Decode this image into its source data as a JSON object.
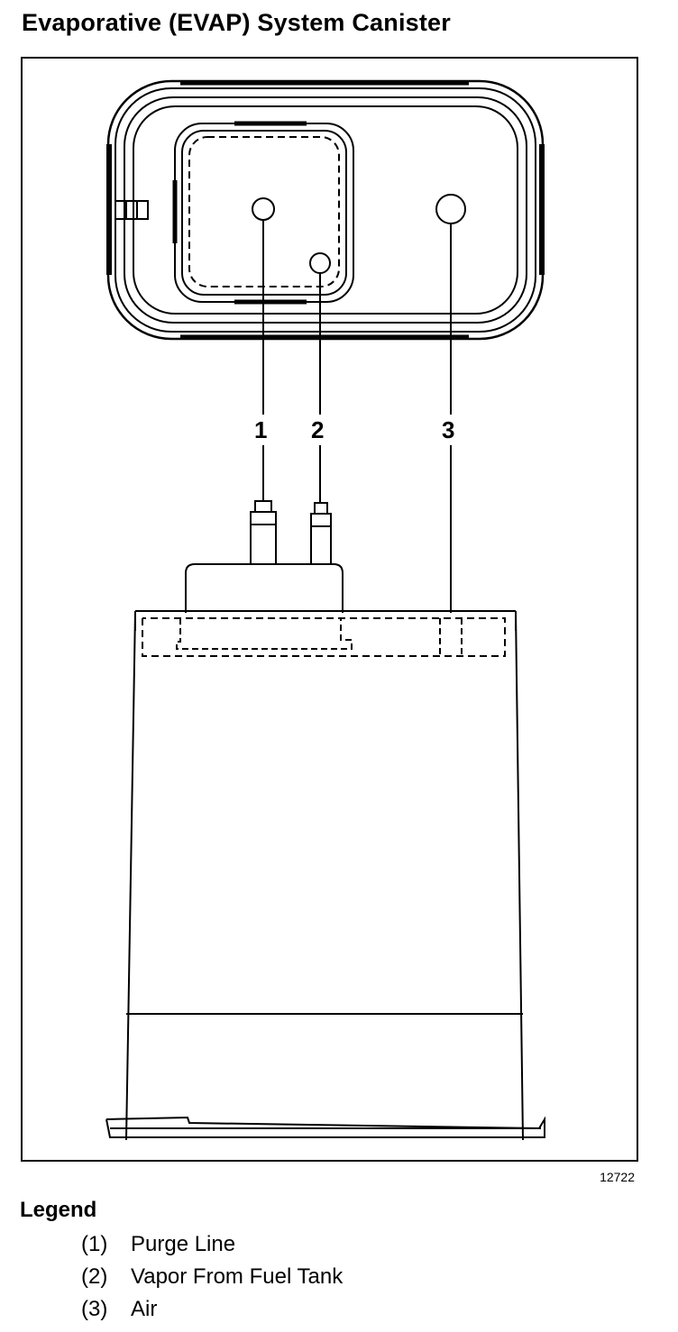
{
  "title": "Evaporative (EVAP) System Canister",
  "figure_id": "12722",
  "callouts": [
    "1",
    "2",
    "3"
  ],
  "legend": {
    "title": "Legend",
    "items": [
      {
        "num": "(1)",
        "text": "Purge Line"
      },
      {
        "num": "(2)",
        "text": "Vapor From Fuel Tank"
      },
      {
        "num": "(3)",
        "text": "Air"
      }
    ]
  }
}
